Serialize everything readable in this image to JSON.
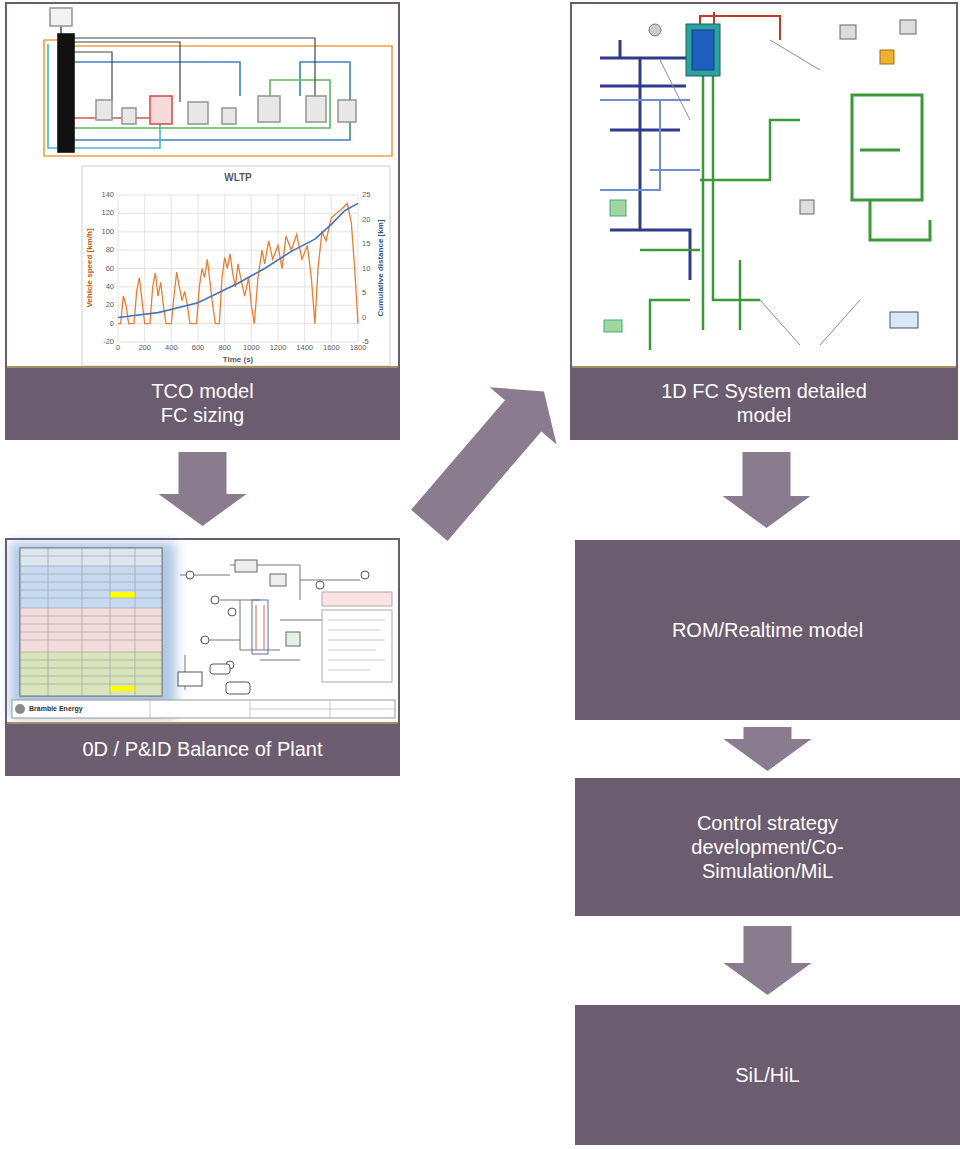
{
  "diagram": {
    "nodes": [
      {
        "text": [
          "TCO model FC sizing"
        ]
      },
      {
        "text": [
          "0D / P&ID Balance of Plant"
        ]
      },
      {
        "text": [
          "1D FC System detailed model"
        ]
      },
      {
        "text": [
          "ROM/Realtime model"
        ]
      },
      {
        "text": [
          "Control strategy development/Co-Simulation/MiL"
        ]
      },
      {
        "text": [
          "SiL/HiL"
        ]
      }
    ],
    "edges": [
      {
        "from": 0,
        "to": 1,
        "arrow": "to"
      },
      {
        "from": 1,
        "to": 2,
        "arrow": "to"
      },
      {
        "from": 2,
        "to": 3,
        "arrow": "to"
      },
      {
        "from": 3,
        "to": 4,
        "arrow": "to"
      },
      {
        "from": 4,
        "to": 5,
        "arrow": "to"
      }
    ],
    "labels": [
      "WLTP",
      "Vehicle speed [km/h]",
      "Cumulative distance [km]",
      "Time (s)",
      "140",
      "120",
      "100",
      "80",
      "60",
      "40",
      "20",
      "0",
      "-20",
      "25",
      "20",
      "15",
      "10",
      "5",
      "0",
      "-5",
      "0",
      "200",
      "400",
      "600",
      "800",
      "1000",
      "1200",
      "1400",
      "1600",
      "1800",
      "Bramble Energy"
    ]
  }
}
